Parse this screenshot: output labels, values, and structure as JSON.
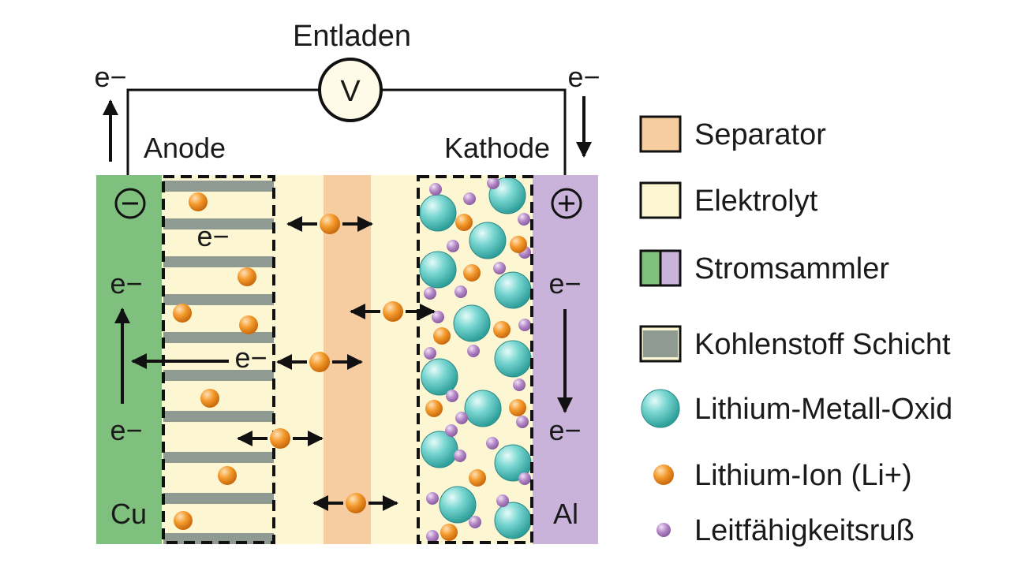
{
  "title": "Entladen",
  "voltmeter_symbol": "V",
  "electron": "e−",
  "anode": {
    "label": "Anode",
    "sign": "⊖",
    "collector": "Cu"
  },
  "cathode": {
    "label": "Kathode",
    "sign": "⊕",
    "collector": "Al"
  },
  "legend": [
    {
      "label": "Separator",
      "kind": "swatch",
      "colors": [
        "#f5cda0"
      ]
    },
    {
      "label": "Elektrolyt",
      "kind": "swatch",
      "colors": [
        "#fdf6d3"
      ]
    },
    {
      "label": "Stromsammler",
      "kind": "swatch-split",
      "colors": [
        "#7fc07e",
        "#c9b3da"
      ]
    },
    {
      "label": "Kohlenstoff Schicht",
      "kind": "swatch-layer",
      "colors": [
        "#8f9a93"
      ]
    },
    {
      "label": "Lithium-Metall-Oxid",
      "kind": "sphere-large",
      "colors": [
        "#6ccfca"
      ]
    },
    {
      "label": "Lithium-Ion (Li+)",
      "kind": "sphere-small",
      "colors": [
        "#f0962a"
      ]
    },
    {
      "label": "Leitfähigkeitsruß",
      "kind": "dot",
      "colors": [
        "#b487c6"
      ]
    }
  ],
  "colors": {
    "anode_collector": "#7fc07e",
    "cathode_collector": "#c9b3da",
    "electrolyte": "#fdf6d3",
    "separator": "#f5cda0",
    "carbon": "#8f9a93",
    "oxide": "#6ccfca",
    "ion": "#f0962a",
    "soot": "#b487c6"
  }
}
